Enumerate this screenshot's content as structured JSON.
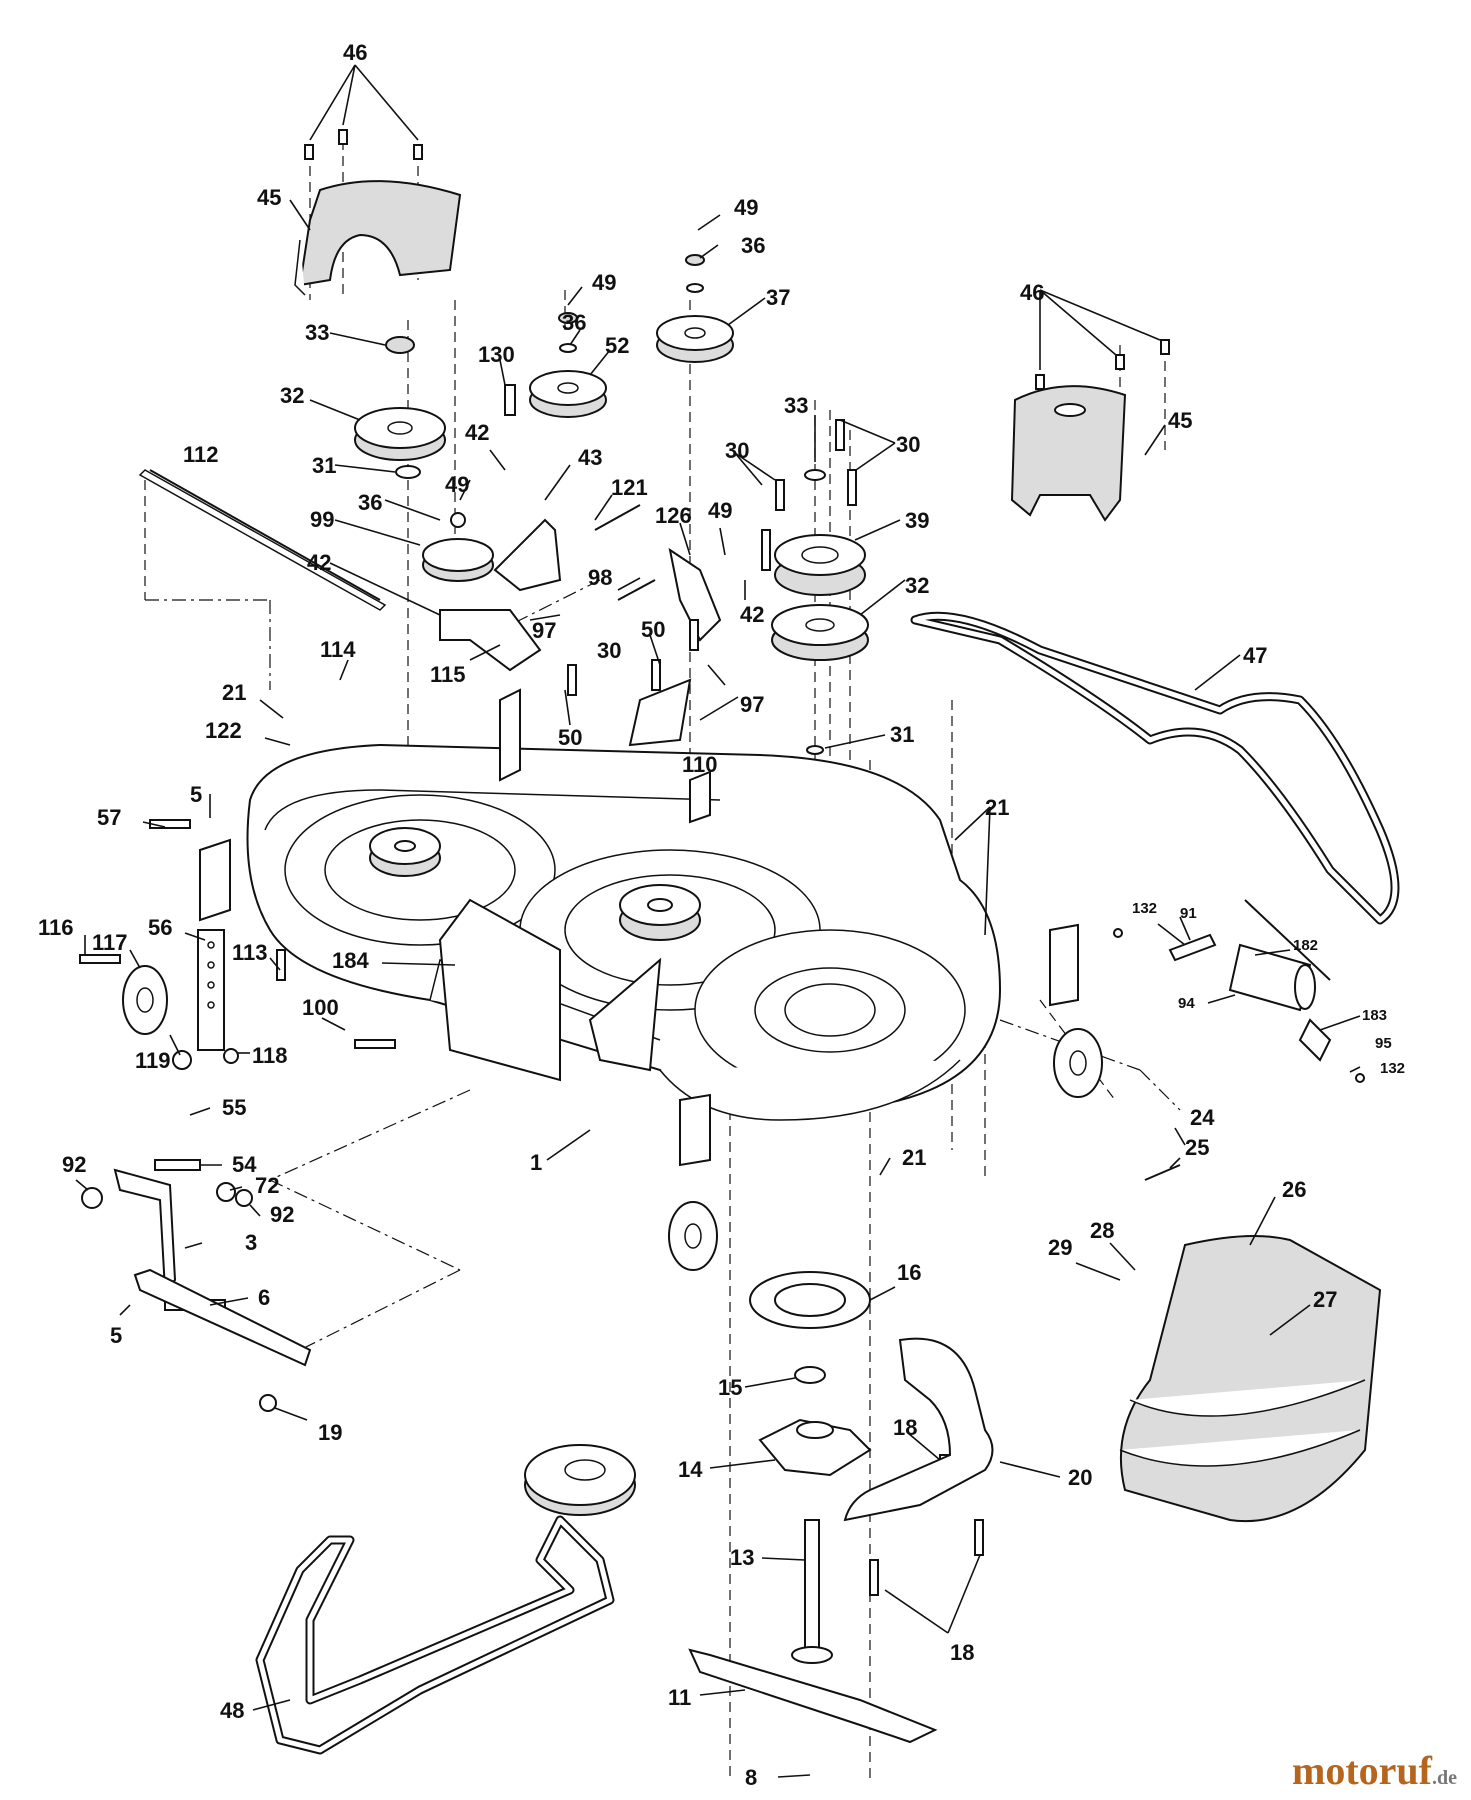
{
  "diagram": {
    "callouts": [
      {
        "id": "c46a",
        "label": "46"
      },
      {
        "id": "c45a",
        "label": "45"
      },
      {
        "id": "c33a",
        "label": "33"
      },
      {
        "id": "c32a",
        "label": "32"
      },
      {
        "id": "c31a",
        "label": "31"
      },
      {
        "id": "c36a",
        "label": "36"
      },
      {
        "id": "c99",
        "label": "99"
      },
      {
        "id": "c42a",
        "label": "42"
      },
      {
        "id": "c112",
        "label": "112"
      },
      {
        "id": "c49a",
        "label": "49"
      },
      {
        "id": "c36b",
        "label": "36"
      },
      {
        "id": "c52",
        "label": "52"
      },
      {
        "id": "c130",
        "label": "130"
      },
      {
        "id": "c42b",
        "label": "42"
      },
      {
        "id": "c49b",
        "label": "49"
      },
      {
        "id": "c43",
        "label": "43"
      },
      {
        "id": "c121",
        "label": "121"
      },
      {
        "id": "c98",
        "label": "98"
      },
      {
        "id": "c97a",
        "label": "97"
      },
      {
        "id": "c115",
        "label": "115"
      },
      {
        "id": "c50a",
        "label": "50"
      },
      {
        "id": "c49c",
        "label": "49"
      },
      {
        "id": "c36c",
        "label": "36"
      },
      {
        "id": "c37",
        "label": "37"
      },
      {
        "id": "c33b",
        "label": "33"
      },
      {
        "id": "c30a",
        "label": "30"
      },
      {
        "id": "c30b",
        "label": "30"
      },
      {
        "id": "c126",
        "label": "126"
      },
      {
        "id": "c49d",
        "label": "49"
      },
      {
        "id": "c39",
        "label": "39"
      },
      {
        "id": "c42c",
        "label": "42"
      },
      {
        "id": "c32b",
        "label": "32"
      },
      {
        "id": "c50b",
        "label": "50"
      },
      {
        "id": "c30c",
        "label": "30"
      },
      {
        "id": "c97b",
        "label": "97"
      },
      {
        "id": "c110",
        "label": "110"
      },
      {
        "id": "c31b",
        "label": "31"
      },
      {
        "id": "c46b",
        "label": "46"
      },
      {
        "id": "c45b",
        "label": "45"
      },
      {
        "id": "c47",
        "label": "47"
      },
      {
        "id": "c114",
        "label": "114"
      },
      {
        "id": "c21a",
        "label": "21"
      },
      {
        "id": "c122",
        "label": "122"
      },
      {
        "id": "c5a",
        "label": "5"
      },
      {
        "id": "c57",
        "label": "57"
      },
      {
        "id": "c21b",
        "label": "21"
      },
      {
        "id": "c116",
        "label": "116"
      },
      {
        "id": "c117",
        "label": "117"
      },
      {
        "id": "c56",
        "label": "56"
      },
      {
        "id": "c113",
        "label": "113"
      },
      {
        "id": "c184",
        "label": "184"
      },
      {
        "id": "c100",
        "label": "100"
      },
      {
        "id": "c119",
        "label": "119"
      },
      {
        "id": "c118",
        "label": "118"
      },
      {
        "id": "c132a",
        "label": "132"
      },
      {
        "id": "c91",
        "label": "91"
      },
      {
        "id": "c182",
        "label": "182"
      },
      {
        "id": "c94",
        "label": "94"
      },
      {
        "id": "c183",
        "label": "183"
      },
      {
        "id": "c95",
        "label": "95"
      },
      {
        "id": "c132b",
        "label": "132"
      },
      {
        "id": "c55",
        "label": "55"
      },
      {
        "id": "c54",
        "label": "54"
      },
      {
        "id": "c92a",
        "label": "92"
      },
      {
        "id": "c72",
        "label": "72"
      },
      {
        "id": "c92b",
        "label": "92"
      },
      {
        "id": "c3",
        "label": "3"
      },
      {
        "id": "c1",
        "label": "1"
      },
      {
        "id": "c21c",
        "label": "21"
      },
      {
        "id": "c24",
        "label": "24"
      },
      {
        "id": "c25",
        "label": "25"
      },
      {
        "id": "c26",
        "label": "26"
      },
      {
        "id": "c29",
        "label": "29"
      },
      {
        "id": "c28",
        "label": "28"
      },
      {
        "id": "c27",
        "label": "27"
      },
      {
        "id": "c6",
        "label": "6"
      },
      {
        "id": "c5b",
        "label": "5"
      },
      {
        "id": "c16",
        "label": "16"
      },
      {
        "id": "c15",
        "label": "15"
      },
      {
        "id": "c19",
        "label": "19"
      },
      {
        "id": "c18a",
        "label": "18"
      },
      {
        "id": "c14",
        "label": "14"
      },
      {
        "id": "c20",
        "label": "20"
      },
      {
        "id": "c13",
        "label": "13"
      },
      {
        "id": "c18b",
        "label": "18"
      },
      {
        "id": "c48",
        "label": "48"
      },
      {
        "id": "c11",
        "label": "11"
      },
      {
        "id": "c8",
        "label": "8"
      }
    ]
  },
  "watermark": {
    "brand": "motoruf",
    "tld": ".de"
  }
}
